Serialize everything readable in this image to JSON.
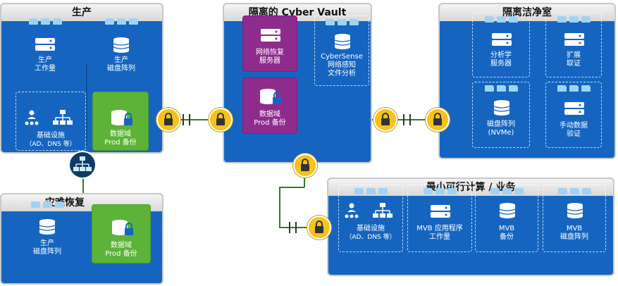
{
  "panels": {
    "production": {
      "title": "生产"
    },
    "vault": {
      "title": "隔离的 Cyber Vault"
    },
    "cleanroom": {
      "title": "隔离洁净室"
    },
    "dr": {
      "title": "灾难恢复"
    },
    "mvb": {
      "title": "最小可行计算 / 业务"
    }
  },
  "production": {
    "workload": [
      "生产",
      "工作量"
    ],
    "storage": [
      "生产",
      "磁盘阵列"
    ],
    "infra": [
      "基础设施",
      "（AD、DNS 等）"
    ],
    "prod_backup": [
      "数据域",
      "Prod 备份"
    ]
  },
  "vault": {
    "recovery_server": [
      "网络恢复",
      "服务器"
    ],
    "cybersense": [
      "CyberSense",
      "网络感知",
      "文件分析"
    ],
    "prod_backup": [
      "数据域",
      "Prod 备份"
    ]
  },
  "cleanroom": {
    "analytics": [
      "分析学",
      "服务器"
    ],
    "extend": [
      "扩展",
      "取证"
    ],
    "storage": [
      "磁盘阵列",
      "(NVMe)"
    ],
    "manual": [
      "手动数据",
      "验证"
    ]
  },
  "dr": {
    "storage": [
      "生产",
      "磁盘阵列"
    ],
    "prod_backup": [
      "数据域",
      "Prod 备份"
    ]
  },
  "mvb": {
    "infra": [
      "基础设施",
      "（AD、DNS 等）"
    ],
    "app": [
      "MVB 应用程序",
      "工作量"
    ],
    "backup": [
      "MVB",
      "备份"
    ],
    "storage": [
      "MVB",
      "磁盘阵列"
    ]
  },
  "colors": {
    "panel": "#1565c0",
    "green": "#5cb338",
    "purple": "#8e2c8e",
    "lock": "#f6c21b",
    "link": "#2e7d32"
  },
  "icons": [
    "server-icon",
    "storage-icon",
    "lock-icon",
    "network-icon",
    "folder-icon"
  ]
}
